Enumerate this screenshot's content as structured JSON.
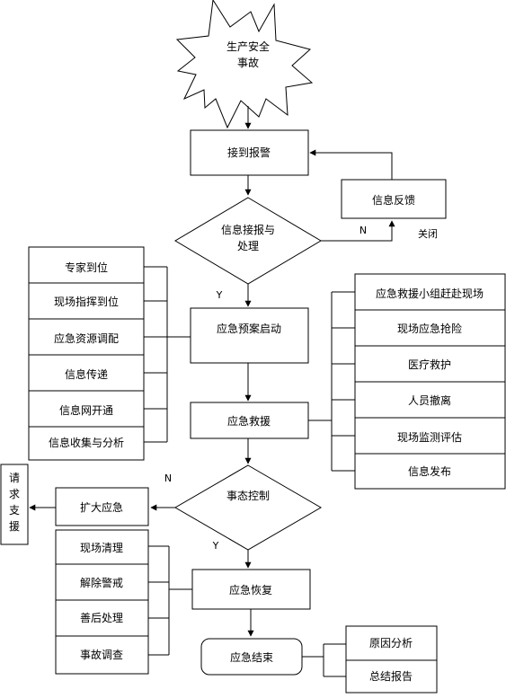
{
  "nodes": {
    "start_line1": "生产安全",
    "start_line2": "事故",
    "receive_alarm": "接到报警",
    "info_receive_line1": "信息接报与",
    "info_receive_line2": "处理",
    "info_feedback": "信息反馈",
    "close": "关闭",
    "n_label_1": "N",
    "y_label_1": "Y",
    "plan_start": "应急预案启动",
    "rescue": "应急救援",
    "event_control": "事态控制",
    "n_label_2": "N",
    "y_label_2": "Y",
    "expand": "扩大应急",
    "request_support": [
      "请",
      "求",
      "支",
      "援"
    ],
    "recovery": "应急恢复",
    "end": "应急结束"
  },
  "left_group_1": [
    "专家到位",
    "现场指挥到位",
    "应急资源调配",
    "信息传递",
    "信息网开通",
    "信息收集与分析"
  ],
  "right_group_1": [
    "应急救援小组赶赴现场",
    "现场应急抢险",
    "医疗救护",
    "人员撤离",
    "现场监测评估",
    "信息发布"
  ],
  "left_group_2": [
    "现场清理",
    "解除警戒",
    "善后处理",
    "事故调查"
  ],
  "right_group_2": [
    "原因分析",
    "总结报告"
  ]
}
